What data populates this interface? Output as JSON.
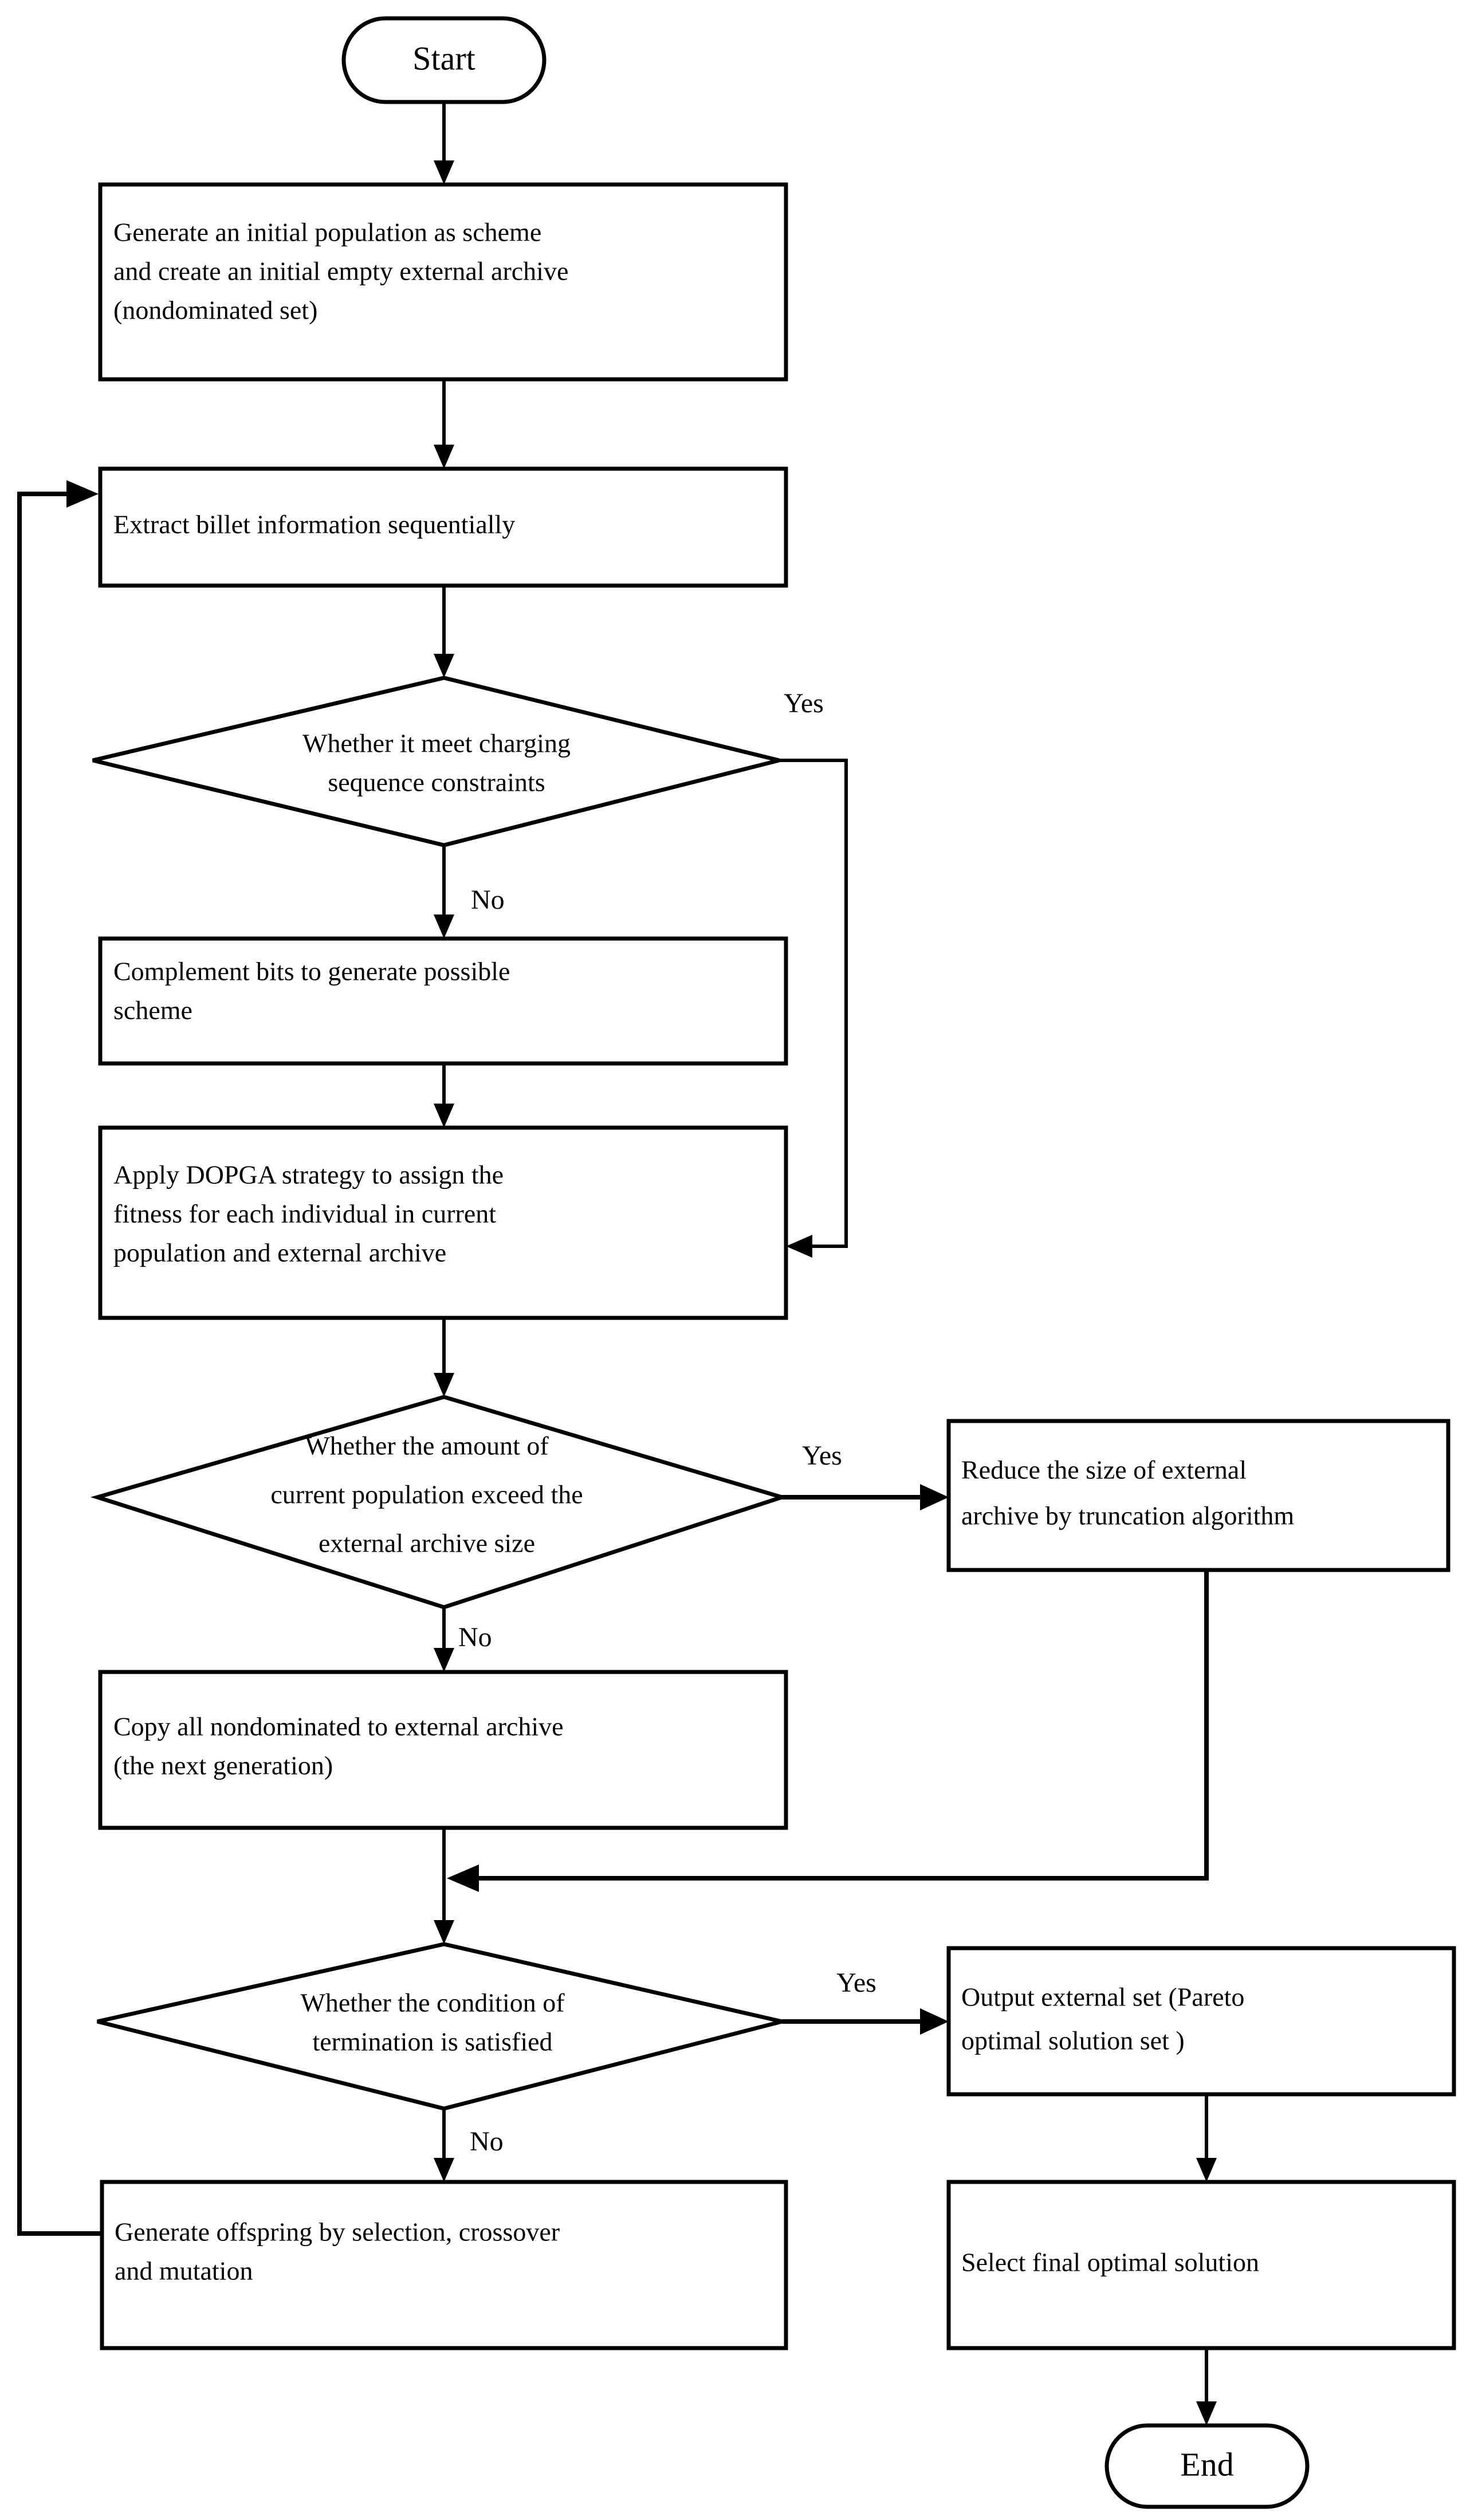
{
  "diagram": {
    "title": "DOPGA multi-objective billet charging scheduling flowchart",
    "background_color": "#ffffff",
    "line_color": "#000000",
    "nodes": {
      "start": {
        "label": "Start",
        "shape": "terminal"
      },
      "init_population": {
        "shape": "process",
        "lines": [
          "Generate an initial population as  scheme",
          "and create an initial empty external archive",
          "(nondominated set)"
        ]
      },
      "extract_billet": {
        "shape": "process",
        "lines": [
          "Extract billet information sequentially"
        ]
      },
      "decision_charging": {
        "shape": "decision",
        "lines": [
          "Whether it meet charging",
          "sequence constraints"
        ]
      },
      "complement_bits": {
        "shape": "process",
        "lines": [
          "Complement bits to generate possible",
          "scheme"
        ]
      },
      "apply_dopga": {
        "shape": "process",
        "lines": [
          "Apply DOPGA strategy to assign the",
          "fitness for each individual in current",
          "population and external archive"
        ]
      },
      "decision_amount": {
        "shape": "decision",
        "lines": [
          "Whether the amount  of",
          "current population exceed the",
          "external archive size"
        ]
      },
      "reduce_size": {
        "shape": "process",
        "lines": [
          "Reduce the size of external",
          "archive by truncation algorithm"
        ]
      },
      "copy_nondominated": {
        "shape": "process",
        "lines": [
          "Copy all nondominated to external archive",
          "(the next generation)"
        ]
      },
      "decision_termination": {
        "shape": "decision",
        "lines": [
          "Whether the condition of",
          "termination is satisfied"
        ]
      },
      "output_external": {
        "shape": "process",
        "lines": [
          "Output external set (Pareto",
          "optimal solution set )"
        ]
      },
      "generate_offspring": {
        "shape": "process",
        "lines": [
          "Generate offspring  by selection, crossover",
          "and mutation"
        ]
      },
      "select_final": {
        "shape": "process",
        "lines": [
          "Select final optimal solution"
        ]
      },
      "end": {
        "label": "End",
        "shape": "terminal"
      }
    },
    "edge_labels": {
      "charging_yes": "Yes",
      "charging_no": "No",
      "amount_yes": "Yes",
      "amount_no": "No",
      "termination_yes": "Yes",
      "termination_no": "No"
    }
  }
}
